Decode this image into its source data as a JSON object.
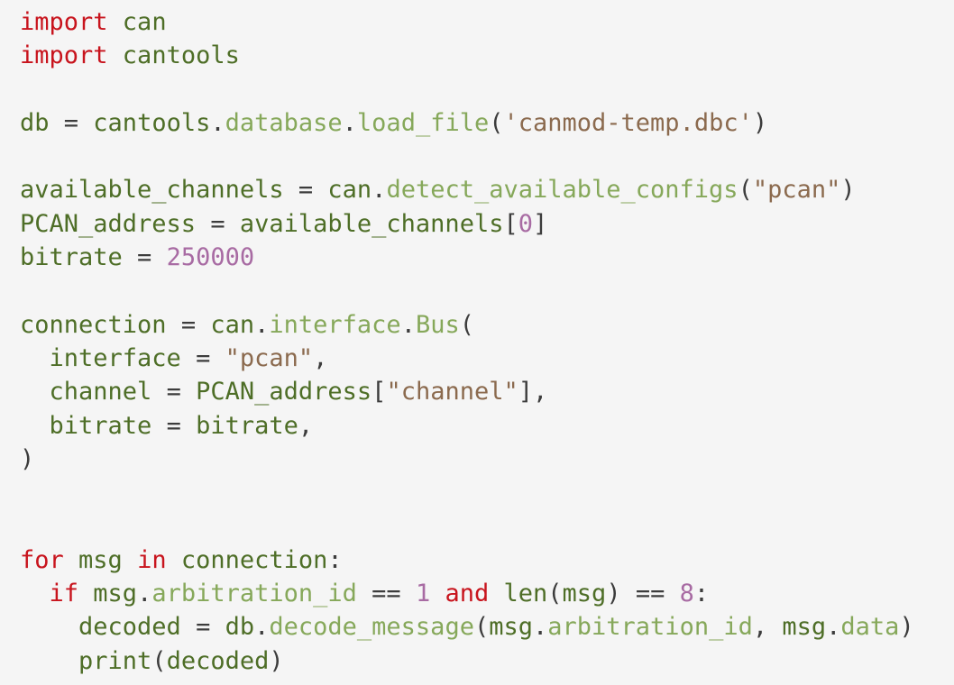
{
  "colors": {
    "background": "#f5f5f5",
    "keyword": "#c8141d",
    "name": "#4e6e27",
    "attribute": "#86a85a",
    "string": "#8b6a4e",
    "number": "#a86ba3",
    "punctuation": "#3c3c3c"
  },
  "code": {
    "lines": [
      [
        {
          "t": "keyword",
          "v": "import"
        },
        {
          "t": "name",
          "v": " can"
        }
      ],
      [
        {
          "t": "keyword",
          "v": "import"
        },
        {
          "t": "name",
          "v": " cantools"
        }
      ],
      [],
      [
        {
          "t": "name",
          "v": "db"
        },
        {
          "t": "op",
          "v": " = "
        },
        {
          "t": "name",
          "v": "cantools"
        },
        {
          "t": "punct",
          "v": "."
        },
        {
          "t": "attr",
          "v": "database"
        },
        {
          "t": "punct",
          "v": "."
        },
        {
          "t": "attr",
          "v": "load_file"
        },
        {
          "t": "punct",
          "v": "("
        },
        {
          "t": "string",
          "v": "'canmod-temp.dbc'"
        },
        {
          "t": "punct",
          "v": ")"
        }
      ],
      [],
      [
        {
          "t": "name",
          "v": "available_channels"
        },
        {
          "t": "op",
          "v": " = "
        },
        {
          "t": "name",
          "v": "can"
        },
        {
          "t": "punct",
          "v": "."
        },
        {
          "t": "attr",
          "v": "detect_available_configs"
        },
        {
          "t": "punct",
          "v": "("
        },
        {
          "t": "string",
          "v": "\"pcan\""
        },
        {
          "t": "punct",
          "v": ")"
        }
      ],
      [
        {
          "t": "name",
          "v": "PCAN_address"
        },
        {
          "t": "op",
          "v": " = "
        },
        {
          "t": "name",
          "v": "available_channels"
        },
        {
          "t": "punct",
          "v": "["
        },
        {
          "t": "number",
          "v": "0"
        },
        {
          "t": "punct",
          "v": "]"
        }
      ],
      [
        {
          "t": "name",
          "v": "bitrate"
        },
        {
          "t": "op",
          "v": " = "
        },
        {
          "t": "number",
          "v": "250000"
        }
      ],
      [],
      [
        {
          "t": "name",
          "v": "connection"
        },
        {
          "t": "op",
          "v": " = "
        },
        {
          "t": "name",
          "v": "can"
        },
        {
          "t": "punct",
          "v": "."
        },
        {
          "t": "attr",
          "v": "interface"
        },
        {
          "t": "punct",
          "v": "."
        },
        {
          "t": "attr",
          "v": "Bus"
        },
        {
          "t": "punct",
          "v": "("
        }
      ],
      [
        {
          "t": "name",
          "v": "  interface"
        },
        {
          "t": "op",
          "v": " = "
        },
        {
          "t": "string",
          "v": "\"pcan\""
        },
        {
          "t": "punct",
          "v": ","
        }
      ],
      [
        {
          "t": "name",
          "v": "  channel"
        },
        {
          "t": "op",
          "v": " = "
        },
        {
          "t": "name",
          "v": "PCAN_address"
        },
        {
          "t": "punct",
          "v": "["
        },
        {
          "t": "string",
          "v": "\"channel\""
        },
        {
          "t": "punct",
          "v": "],"
        }
      ],
      [
        {
          "t": "name",
          "v": "  bitrate"
        },
        {
          "t": "op",
          "v": " = "
        },
        {
          "t": "name",
          "v": "bitrate"
        },
        {
          "t": "punct",
          "v": ","
        }
      ],
      [
        {
          "t": "punct",
          "v": ")"
        }
      ],
      [],
      [],
      [
        {
          "t": "keyword",
          "v": "for"
        },
        {
          "t": "name",
          "v": " msg "
        },
        {
          "t": "keyword",
          "v": "in"
        },
        {
          "t": "name",
          "v": " connection"
        },
        {
          "t": "punct",
          "v": ":"
        }
      ],
      [
        {
          "t": "keyword",
          "v": "  if"
        },
        {
          "t": "name",
          "v": " msg"
        },
        {
          "t": "punct",
          "v": "."
        },
        {
          "t": "attr",
          "v": "arbitration_id"
        },
        {
          "t": "op",
          "v": " == "
        },
        {
          "t": "number",
          "v": "1"
        },
        {
          "t": "keyword",
          "v": " and"
        },
        {
          "t": "name",
          "v": " len"
        },
        {
          "t": "punct",
          "v": "("
        },
        {
          "t": "name",
          "v": "msg"
        },
        {
          "t": "punct",
          "v": ")"
        },
        {
          "t": "op",
          "v": " == "
        },
        {
          "t": "number",
          "v": "8"
        },
        {
          "t": "punct",
          "v": ":"
        }
      ],
      [
        {
          "t": "name",
          "v": "    decoded"
        },
        {
          "t": "op",
          "v": " = "
        },
        {
          "t": "name",
          "v": "db"
        },
        {
          "t": "punct",
          "v": "."
        },
        {
          "t": "attr",
          "v": "decode_message"
        },
        {
          "t": "punct",
          "v": "("
        },
        {
          "t": "name",
          "v": "msg"
        },
        {
          "t": "punct",
          "v": "."
        },
        {
          "t": "attr",
          "v": "arbitration_id"
        },
        {
          "t": "punct",
          "v": ", "
        },
        {
          "t": "name",
          "v": "msg"
        },
        {
          "t": "punct",
          "v": "."
        },
        {
          "t": "attr",
          "v": "data"
        },
        {
          "t": "punct",
          "v": ")"
        }
      ],
      [
        {
          "t": "name",
          "v": "    print"
        },
        {
          "t": "punct",
          "v": "("
        },
        {
          "t": "name",
          "v": "decoded"
        },
        {
          "t": "punct",
          "v": ")"
        }
      ]
    ]
  }
}
